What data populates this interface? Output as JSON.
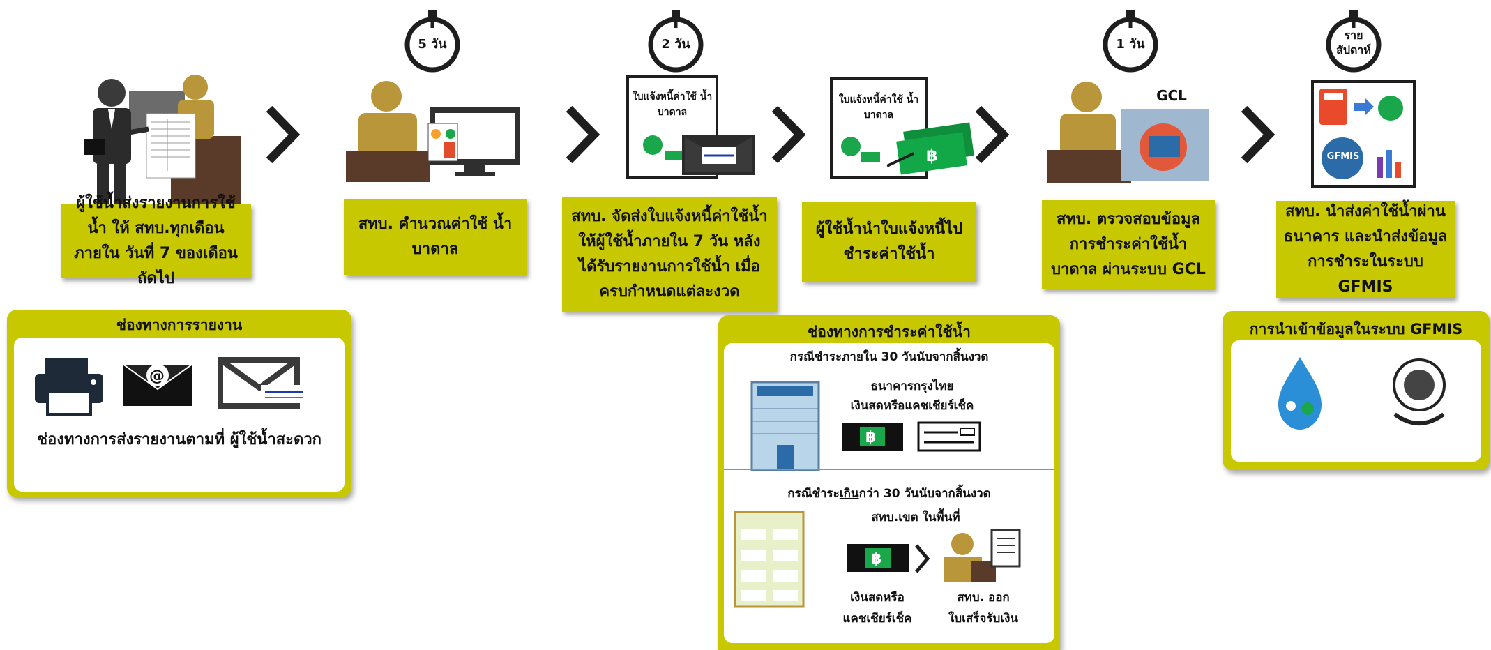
{
  "timers": [
    "5 วัน",
    "2 วัน",
    "1 วัน",
    "ราย\nสัปดาห์"
  ],
  "steps": [
    "ผู้ใช้น้ำส่งรายงานการใช้น้ำ ให้ สทบ.ทุกเดือนภายใน วันที่ 7 ของเดือนถัดไป",
    "สทบ. คำนวณค่าใช้ น้ำบาดาล",
    "สทบ. จัดส่งใบแจ้งหนี้ค่าใช้น้ำ ให้ผู้ใช้น้ำภายใน 7 วัน หลัง ได้รับรายงานการใช้น้ำ เมื่อ ครบกำหนดแต่ละงวด",
    "ผู้ใช้น้ำนำใบแจ้งหนี้ไป ชำระค่าใช้น้ำ",
    "สทบ. ตรวจสอบข้อมูล การชำระค่าใช้น้ำบาดาล ผ่านระบบ GCL",
    "สทบ. นำส่งค่าใช้น้ำผ่าน ธนาคาร และนำส่งข้อมูล การชำระในระบบ GFMIS"
  ],
  "invoice_label": "ใบแจ้งหนี้ค่าใช้ น้ำบาดาล",
  "gcl_label": "GCL",
  "gfmis_logo_text": "GFMIS",
  "report_panel": {
    "title": "ช่องทางการรายงาน",
    "text": "ช่องทางการส่งรายงานตามที่ ผู้ใช้น้ำสะดวก"
  },
  "payment_panel": {
    "title": "ช่องทางการชำระค่าใช้น้ำ",
    "case1": "กรณีชำระภายใน 30 วันนับจากสิ้นงวด",
    "bank": "ธนาคารกรุงไทย",
    "cash_cheque": "เงินสดหรือแคชเชียร์เช็ค",
    "case2_pre": "กรณีชำระ",
    "case2_under": "เกิน",
    "case2_post": "กว่า 30 วันนับจากสิ้นงวด",
    "office": "สทบ.เขต ในพื้นที่",
    "pay_method": "เงินสดหรือ\nแคชเชียร์เช็ค",
    "receipt": "สทบ. ออก\nใบเสร็จรับเงิน"
  },
  "gfmis_panel": {
    "title": "การนำเข้าข้อมูลในระบบ GFMIS"
  },
  "colors": {
    "accent": "#c8c800",
    "dark": "#1e1e1e",
    "green": "#1aa64a",
    "khaki": "#b9963a"
  }
}
